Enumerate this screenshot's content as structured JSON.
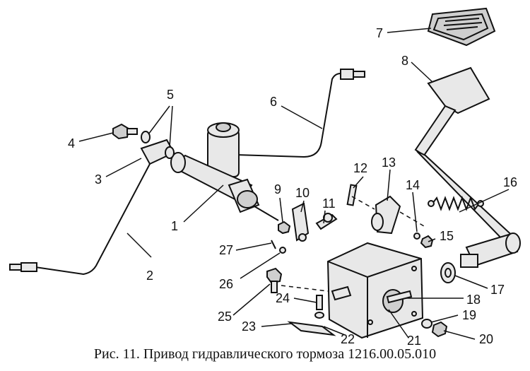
{
  "figure": {
    "caption": "Рис. 11. Привод гидравлического тормоза 1216.00.05.010"
  },
  "callouts": [
    "1",
    "2",
    "3",
    "4",
    "5",
    "6",
    "7",
    "8",
    "9",
    "10",
    "11",
    "12",
    "13",
    "14",
    "15",
    "16",
    "17",
    "18",
    "19",
    "20",
    "21",
    "22",
    "23",
    "24",
    "25",
    "26",
    "27"
  ]
}
